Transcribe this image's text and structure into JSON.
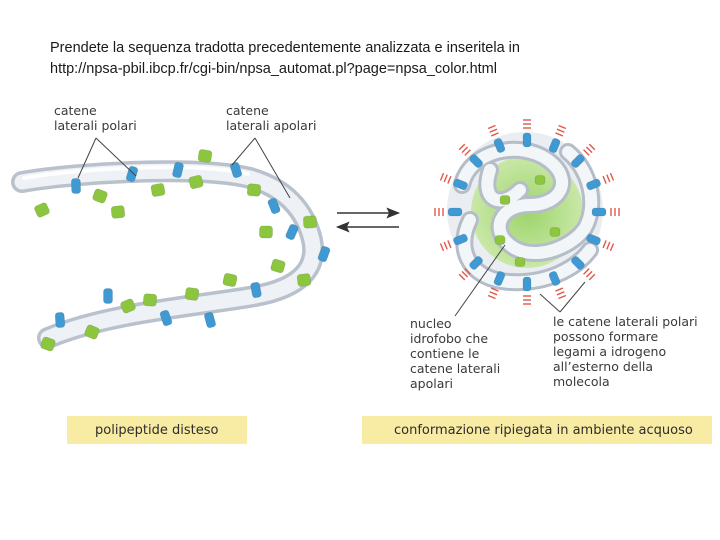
{
  "instruction": {
    "line1": "Prendete la sequenza tradotta precedentemente analizzata e inseritela in",
    "line2": "http://npsa-pbil.ibcp.fr/cgi-bin/npsa_automat.pl?page=npsa_color.html"
  },
  "diagram": {
    "labels": {
      "polar_chains": [
        "catene",
        "laterali polari"
      ],
      "apolar_chains": [
        "catene",
        "laterali apolari"
      ],
      "core": [
        "nucleo",
        "idrofobo che",
        "contiene le",
        "catene laterali",
        "apolari"
      ],
      "polar_bonds": [
        "le catene laterali polari",
        "possono formare",
        "legami a idrogeno",
        "all’esterno della",
        "molecola"
      ]
    },
    "captions": {
      "extended": "polipeptide disteso",
      "folded": "conformazione ripiegata in ambiente acquoso"
    },
    "colors": {
      "backbone": "#dfe5ec",
      "polar_side_chain": "#3f9ad3",
      "apolar_side_chain": "#8cc63f",
      "hydrogen_bond": "#e2574c",
      "caption_bg": "#f8eba3"
    }
  }
}
